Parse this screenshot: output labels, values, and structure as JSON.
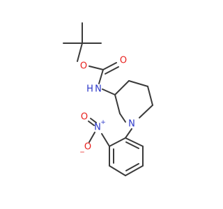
{
  "colors": {
    "bond": "#3a3a3a",
    "oxygen": "#e8211e",
    "nitrogen": "#2a36c8"
  },
  "atoms": {
    "o_carbonyl": "O",
    "o_ester": "O",
    "n_carbamate": "N",
    "h_carbamate": "H",
    "n_piperidine": "N",
    "n_nitro": "N",
    "n_nitro_charge": "+",
    "o_nitro_double": "O",
    "o_nitro_single": "O",
    "o_nitro_charge": "−"
  }
}
